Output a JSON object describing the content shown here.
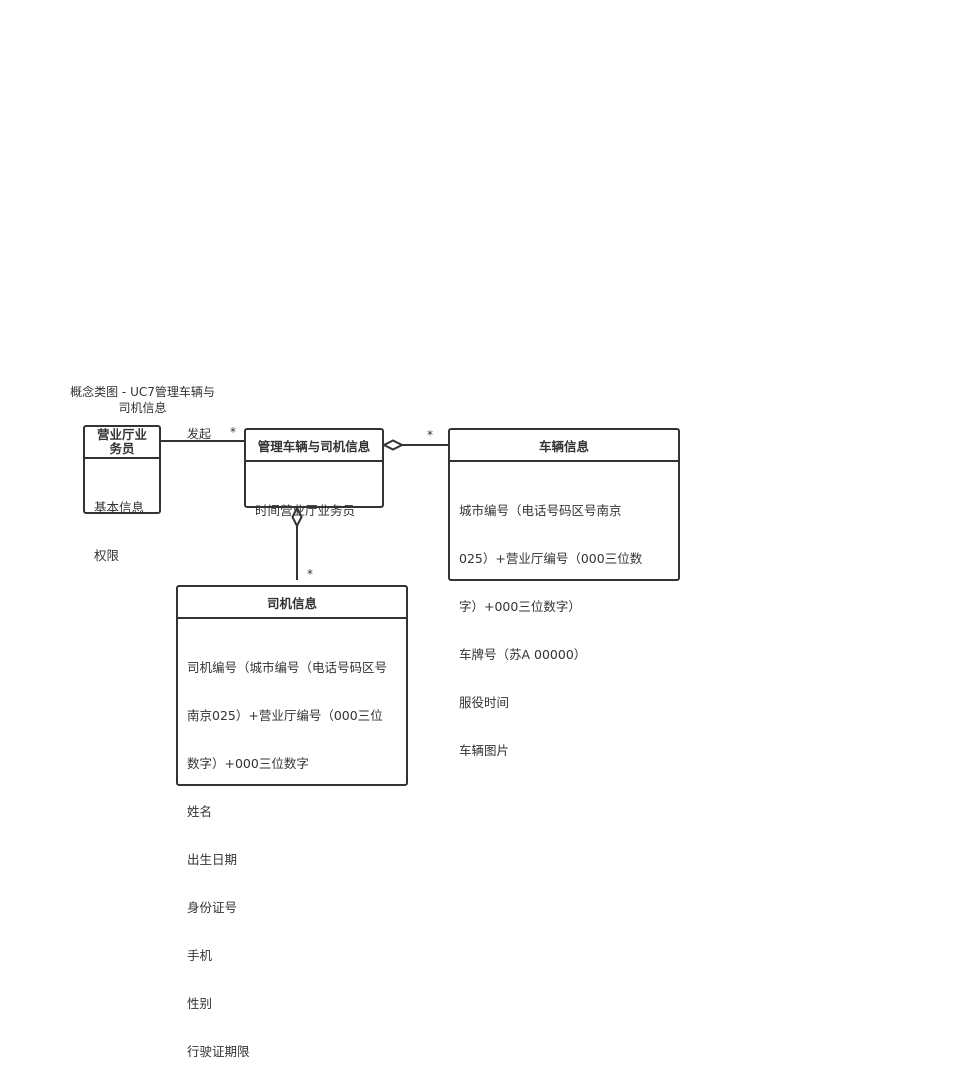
{
  "diagram": {
    "caption_line1": "概念类图 - UC7管理车辆与",
    "caption_line2": "司机信息",
    "classes": {
      "clerk": {
        "title_line1": "营业厅业",
        "title_line2": "务员",
        "attributes": [
          "基本信息",
          "权限"
        ]
      },
      "manage": {
        "title": "管理车辆与司机信息",
        "attributes": [
          "时间营业厅业务员"
        ]
      },
      "vehicle": {
        "title": "车辆信息",
        "attributes": [
          "城市编号（电话号码区号南京",
          "025）+营业厅编号（000三位数",
          "字）+000三位数字）",
          "车牌号（苏A 00000）",
          "服役时间",
          "车辆图片"
        ]
      },
      "driver": {
        "title": "司机信息",
        "attributes": [
          "司机编号（城市编号（电话号码区号",
          "南京025）+营业厅编号（000三位",
          "数字）+000三位数字",
          "姓名",
          "出生日期",
          "身份证号",
          "手机",
          "性别",
          "行驶证期限"
        ]
      }
    },
    "associations": {
      "initiate_label": "发起",
      "initiate_multiplicity": "*",
      "vehicle_multiplicity": "*",
      "driver_multiplicity": "*"
    }
  }
}
